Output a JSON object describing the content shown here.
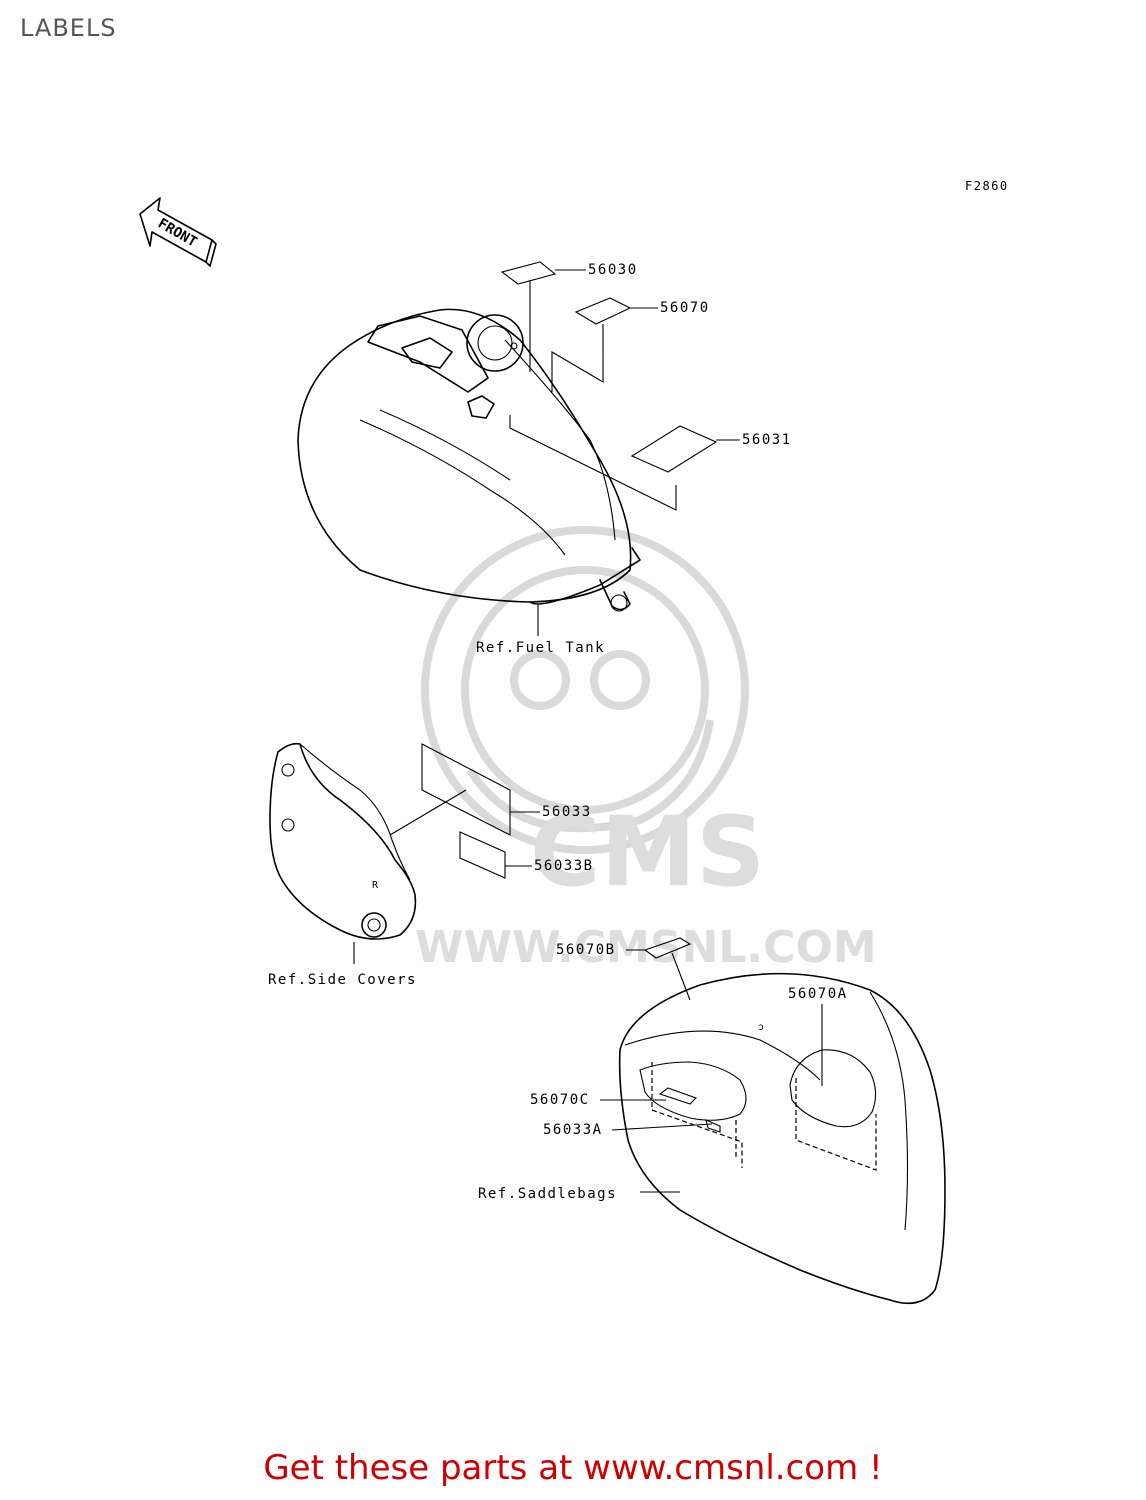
{
  "page": {
    "title": "LABELS",
    "figure_code": "F2860",
    "front_label": "FRONT"
  },
  "callouts": {
    "p56030": "56030",
    "p56070": "56070",
    "p56031": "56031",
    "p56033": "56033",
    "p56033B": "56033B",
    "p56070B": "56070B",
    "p56070A": "56070A",
    "p56070C": "56070C",
    "p56033A": "56033A"
  },
  "refs": {
    "fuel_tank": "Ref.Fuel Tank",
    "side_covers": "Ref.Side Covers",
    "saddlebags": "Ref.Saddlebags"
  },
  "watermark": {
    "brand": "CMS",
    "url": "WWW.CMSNL.COM"
  },
  "footer": {
    "text": "Get these parts at www.cmsnl.com !",
    "color": "#cc0000"
  }
}
